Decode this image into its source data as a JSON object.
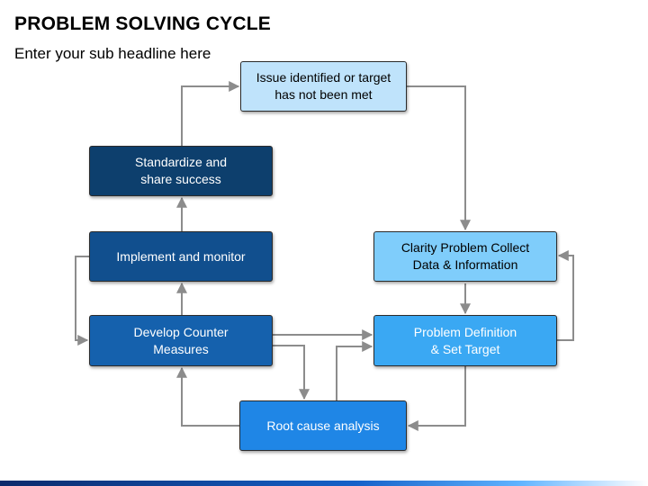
{
  "header": {
    "title": "PROBLEM SOLVING CYCLE",
    "subtitle": "Enter your sub headline here"
  },
  "nodes": {
    "issue": "Issue identified or target\nhas not been met",
    "clarity": "Clarity Problem Collect\nData & Information",
    "problem_definition": "Problem Definition\n& Set Target",
    "root_cause": "Root cause analysis",
    "develop": "Develop Counter\nMeasures",
    "implement": "Implement and monitor",
    "standardize": "Standardize and\nshare success"
  },
  "colors": {
    "issue": "#bfe3fb",
    "clarity": "#7fcdfb",
    "problem_definition": "#3aa8f3",
    "root_cause": "#1f86e6",
    "develop": "#1561ad",
    "implement": "#114f8e",
    "standardize": "#0d3f6d",
    "arrow": "#8c8c8c"
  }
}
